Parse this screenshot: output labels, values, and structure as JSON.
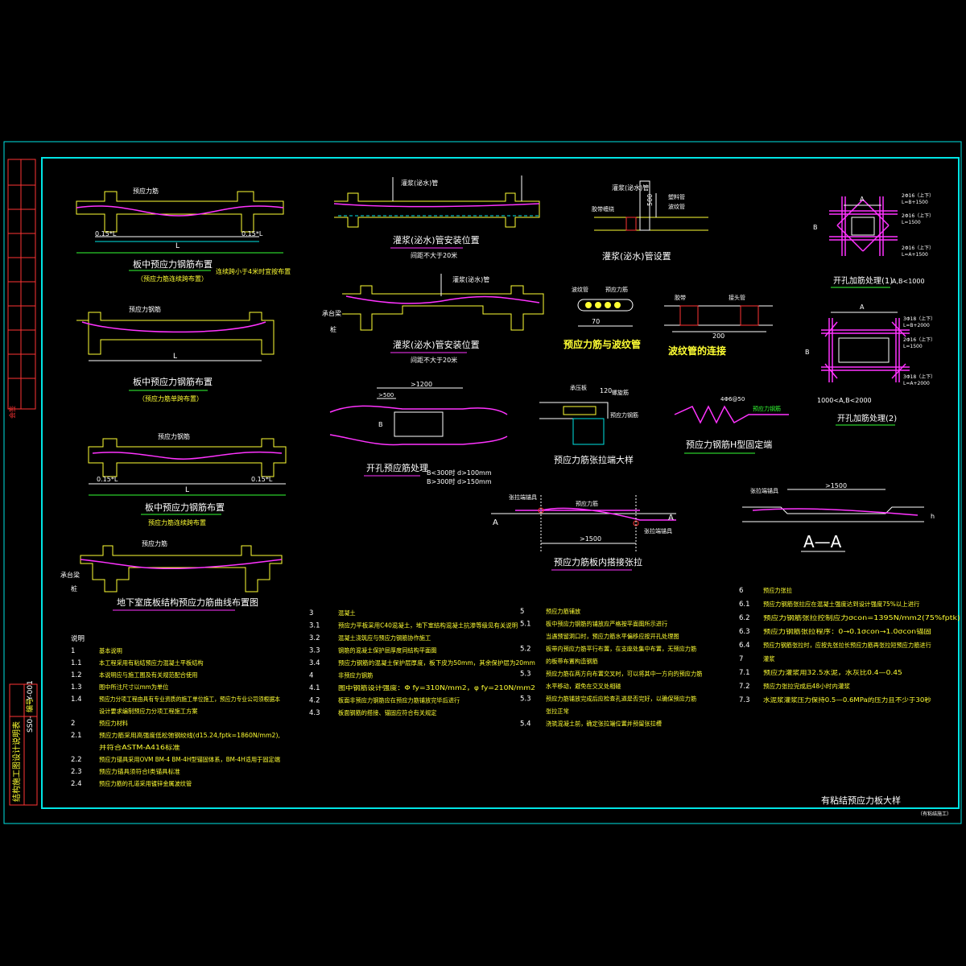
{
  "sheet": {
    "title": "有粘结预应力板大样",
    "title_note": "（有粘结施工）",
    "side_code": "Y-001",
    "side_sheet": "SS0-",
    "side_label": "编号",
    "side_org": "结构施工图设计说明表",
    "side_small": "会签"
  },
  "diagrams": {
    "d1": {
      "title": "板中预应力钢筋布置",
      "note": "（预应力筋连续跨布置）",
      "note2": "连续跨小于4米时宜按布置",
      "tendon": "预应力筋",
      "left_mark": "0.15*L",
      "right_mark": "0.15*L",
      "span": "L"
    },
    "d2": {
      "title": "板中预应力钢筋布置",
      "note": "（预应力筋单跨布置）",
      "tendon": "预应力钢筋",
      "span": "L"
    },
    "d3": {
      "title": "板中预应力钢筋布置",
      "note": "预应力筋连续跨布置",
      "tendon": "预应力钢筋",
      "left_mark": "0.15*L",
      "right_mark": "0.15*L",
      "span": "L"
    },
    "d4": {
      "title": "地下室底板结构预应力筋曲线布置图",
      "tendon": "预应力筋",
      "label_a": "承台梁",
      "label_b": "桩"
    },
    "d5": {
      "title": "灌浆(泌水)管安装位置",
      "note": "间距不大于20米",
      "tube": "灌浆(泌水)管"
    },
    "d6": {
      "title": "灌浆(泌水)管安装位置",
      "note": "间距不大于20米",
      "tube": "灌浆(泌水)管",
      "label_a": "承台梁",
      "label_b": "桩"
    },
    "d7": {
      "title": "灌浆(泌水)管设置",
      "dim": "500",
      "tube": "灌浆(泌水)管",
      "label_a": "塑料管",
      "label_b": "波纹管",
      "label_c": "胶带缠绕"
    },
    "d8": {
      "title": "预应力筋与波纹管",
      "dim": "70",
      "label_a": "波纹管",
      "label_b": "预应力筋"
    },
    "d9": {
      "title": "波纹管的连接",
      "dim": "200",
      "label_a": "胶带",
      "label_b": "接头管"
    },
    "d10": {
      "title": "开孔预应筋处理",
      "dim": ">1200",
      "dim2": ">500",
      "note1": "B<300时 d>100mm",
      "note2": "B>300时 d>150mm",
      "b_label": "B"
    },
    "d11": {
      "title": "预应力筋张拉端大样",
      "dim": "120",
      "label_a": "承压板",
      "label_b": "螺旋筋",
      "label_c": "预应力钢筋"
    },
    "d12": {
      "title": "预应力钢筋H型固定端",
      "label_a": "4Φ6@50",
      "label_b": "预应力钢筋"
    },
    "d13": {
      "title": "预应力筋板内搭接张拉",
      "dim": ">1500",
      "section_a": "A",
      "label_a": "张拉端锚具",
      "label_b": "预应力筋",
      "label_c": "张拉端锚具"
    },
    "d14": {
      "title": "A—A",
      "dim": ">1500",
      "label_a": "张拉端锚具",
      "h_label": "h"
    },
    "d15": {
      "title": "开孔加筋处理(1)",
      "range": "A,B<1000",
      "a_label": "A",
      "b_label": "B",
      "bar1": "2Φ16（上下）",
      "bar1_len": "L=B+1500",
      "bar2": "2Φ16（上下）",
      "bar2_len": "L=1500",
      "bar3": "2Φ16（上下）",
      "bar3_len": "L=A+1500"
    },
    "d16": {
      "title": "开孔加筋处理(2)",
      "range": "1000<A,B<2000",
      "a_label": "A",
      "b_label": "B",
      "bar1": "3Φ18（上下）",
      "bar1_len": "L=B+2000",
      "bar2": "2Φ16（上下）",
      "bar2_len": "L=1500",
      "bar3": "3Φ18（上下）",
      "bar3_len": "L=A+2000"
    }
  },
  "notes": {
    "col1": [
      {
        "n": "说明",
        "t": ""
      },
      {
        "n": "1",
        "t": "基本说明"
      },
      {
        "n": "1.1",
        "t": "本工程采用有粘结预应力混凝土平板结构"
      },
      {
        "n": "1.2",
        "t": "本说明应与施工图及有关规范配合使用"
      },
      {
        "n": "1.3",
        "t": "图中所注尺寸以mm为单位"
      },
      {
        "n": "1.4",
        "t": "预应力分项工程由具有专业资质的施工单位施工，预应力专业公司须根据本"
      },
      {
        "n": "",
        "t": "设计要求编制预应力分项工程施工方案"
      },
      {
        "n": "2",
        "t": "预应力材料"
      },
      {
        "n": "2.1",
        "t": "预应力筋采用高强度低松弛钢绞线(d15.24,fptk=1860N/mm2),"
      },
      {
        "n": "",
        "t": "并符合ASTM-A416标准"
      },
      {
        "n": "2.2",
        "t": "预应力锚具采用OVM BM-4 BM-4H型锚固体系，BM-4H适用于固定端"
      },
      {
        "n": "2.3",
        "t": "预应力锚具须符合Ⅰ类锚具标准"
      },
      {
        "n": "2.4",
        "t": "预应力筋的孔道采用镀锌金属波纹管"
      }
    ],
    "col2": [
      {
        "n": "3",
        "t": "混凝土"
      },
      {
        "n": "3.1",
        "t": "预应力平板采用C40混凝土，地下室结构混凝土抗渗等级见有关说明"
      },
      {
        "n": "3.2",
        "t": "混凝土浇筑应与预应力钢筋协作施工"
      },
      {
        "n": "3.3",
        "t": "钢筋的混凝土保护层厚度同结构平面图"
      },
      {
        "n": "3.4",
        "t": "预应力钢筋的混凝土保护层厚度，板下皮为50mm，其余保护层为20mm"
      },
      {
        "n": "4",
        "t": "非预应力钢筋"
      },
      {
        "n": "4.1",
        "t": "图中钢筋设计强度：Φ fy=310N/mm2，φ fy=210N/mm2"
      },
      {
        "n": "4.2",
        "t": "板面非预应力钢筋应在预应力筋铺放完毕后进行"
      },
      {
        "n": "4.3",
        "t": "板面钢筋的搭接、锚固应符合有关规定"
      }
    ],
    "col3": [
      {
        "n": "5",
        "t": "预应力筋铺放"
      },
      {
        "n": "5.1",
        "t": "板中预应力钢筋的铺放应严格按平面图所示进行"
      },
      {
        "n": "",
        "t": "当遇预留洞口时，预应力筋水平偏移应按开孔处理图"
      },
      {
        "n": "5.2",
        "t": "板带内预应力筋平行布置，在支座处集中布置，无预应力筋"
      },
      {
        "n": "",
        "t": "的板带布置构造钢筋"
      },
      {
        "n": "5.3",
        "t": "预应力筋在两方向布置交叉时，可以将其中一方向的预应力筋"
      },
      {
        "n": "",
        "t": "水平移动，避免在交叉处相碰"
      },
      {
        "n": "5.3",
        "t": "预应力筋铺放完成后应检查孔道是否完好，以确保预应力筋"
      },
      {
        "n": "",
        "t": "张拉正常"
      },
      {
        "n": "5.4",
        "t": "浇筑混凝土前，确定张拉端位置并预留张拉槽"
      }
    ],
    "col4": [
      {
        "n": "6",
        "t": "预应力张拉"
      },
      {
        "n": "6.1",
        "t": "预应力钢筋张拉应在混凝土强度达到设计强度75%以上进行"
      },
      {
        "n": "6.2",
        "t": "预应力钢筋张拉控制应力σcon=1395N/mm2(75%fptk)"
      },
      {
        "n": "6.3",
        "t": "预应力钢筋张拉程序：0→0.1σcon→1.0σcon锚固"
      },
      {
        "n": "6.4",
        "t": "预应力钢筋张拉时，应按先张拉长预应力筋再张拉短预应力筋进行"
      },
      {
        "n": "7",
        "t": "灌浆"
      },
      {
        "n": "7.1",
        "t": "预应力灌浆用32.5水泥，水灰比0.4—0.45"
      },
      {
        "n": "7.2",
        "t": "预应力张拉完成后48小时内灌浆"
      },
      {
        "n": "7.3",
        "t": "水泥浆灌浆压力保持0.5—0.6MPa的压力且不少于30秒"
      }
    ]
  },
  "colors": {
    "frame": "#00e5e5",
    "concrete": "#ffff33",
    "tendon": "#ff33ff",
    "label": "#ffffff",
    "green": "#33ff33",
    "red": "#ff3333",
    "orange": "#ff8800"
  }
}
